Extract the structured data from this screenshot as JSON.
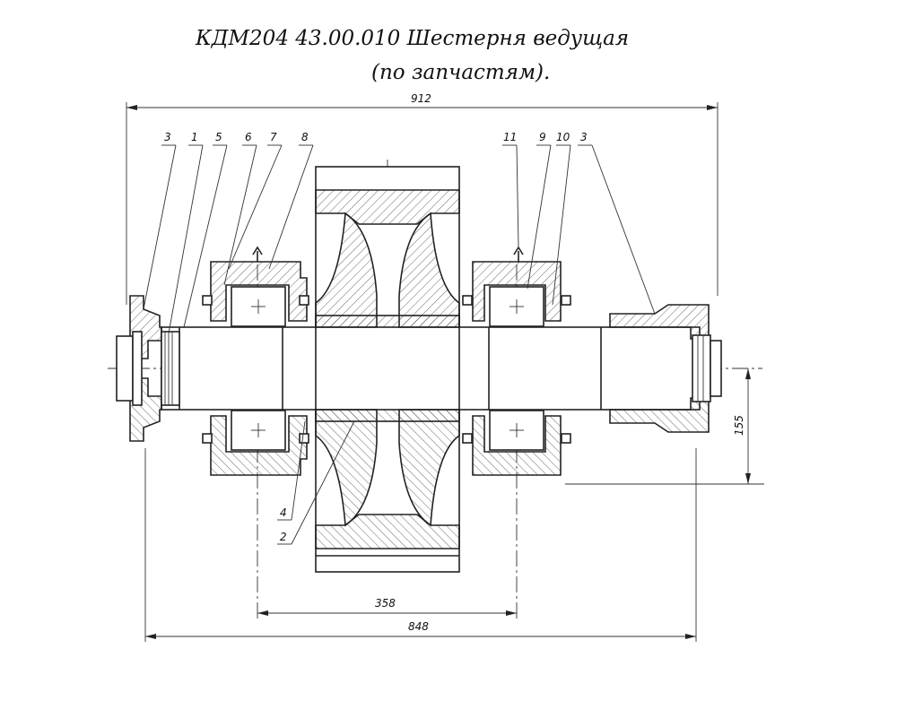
{
  "title": {
    "line1": "КДМ204 43.00.010 Шестерня ведущая",
    "line2": "(по запчастям)."
  },
  "dimensions": {
    "overall_length": "912",
    "bearing_spacing": "358",
    "flange_span": "848",
    "radius_offset": "155"
  },
  "callouts": {
    "top": [
      "3",
      "1",
      "5",
      "6",
      "7",
      "8",
      "11",
      "9",
      "10",
      "3"
    ],
    "bottom": [
      "4",
      "2"
    ]
  }
}
